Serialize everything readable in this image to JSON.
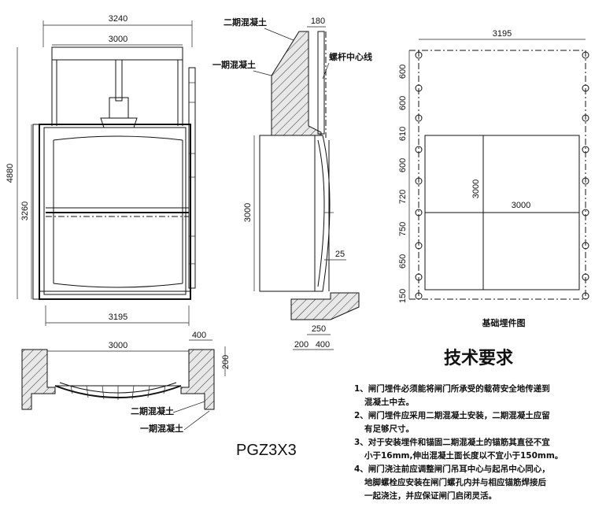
{
  "front_view": {
    "dims": {
      "overall_width": "3240",
      "inner_width": "3000",
      "overall_height": "4880",
      "frame_height": "3260",
      "bottom_width": "3195"
    }
  },
  "side_view": {
    "labels": {
      "secondary_concrete": "二期混凝土",
      "primary_concrete": "一期混凝土",
      "screw_centerline": "螺杆中心线"
    },
    "dims": {
      "top": "180",
      "height": "3000",
      "gap": "25",
      "base_a": "250",
      "base_b": "200",
      "base_c": "400"
    }
  },
  "foundation_plan": {
    "caption": "基础埋件图",
    "dims": {
      "width": "3195",
      "inner_height": "3000",
      "inner_width": "3000",
      "left_spacings": [
        "600",
        "600",
        "610",
        "600",
        "720",
        "750",
        "650",
        "150"
      ]
    }
  },
  "plan_view": {
    "labels": {
      "secondary_concrete": "二期混凝土",
      "primary_concrete": "一期混凝土"
    },
    "dims": {
      "width": "3000",
      "side": "400",
      "depth": "200"
    }
  },
  "model": "PGZ3X3",
  "requirements": {
    "title": "技术要求",
    "items": [
      "1、闸门埋件必须能将闸门所承受的载荷安全地传递到",
      "混凝土中去。",
      "2、闸门埋件应采用二期混凝土安装，二期混凝土应留",
      "有足够尺寸。",
      "3、对于安装埋件和锚固二期混凝土的锚筋其直径不宜",
      "小于16mm,伸出混凝土面长度以不宜小于150mm。",
      "4、闸门浇注前应调整闸门吊耳中心与起吊中心同心，",
      "地脚螺栓应安装在闸门螺孔内并与相应锚筋焊接后",
      "一起浇注，并应保证闸门启闭灵活。"
    ]
  }
}
